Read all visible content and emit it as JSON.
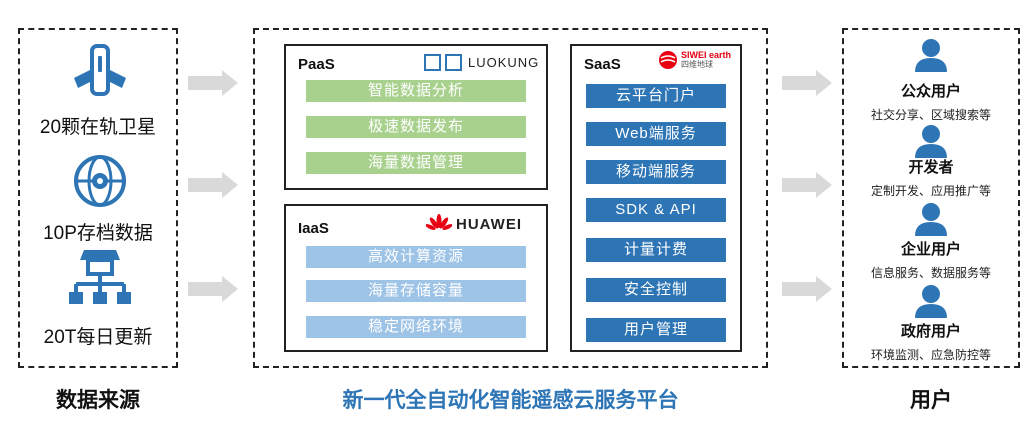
{
  "sources": {
    "satellite_label": "20颗在轨卫星",
    "storage_label": "10P存档数据",
    "update_label": "20T每日更新",
    "caption": "数据来源"
  },
  "platform": {
    "caption": "新一代全自动化智能遥感云服务平台",
    "paas": {
      "title": "PaaS",
      "brand": "LUOKUNG",
      "items": [
        "智能数据分析",
        "极速数据发布",
        "海量数据管理"
      ]
    },
    "iaas": {
      "title": "IaaS",
      "brand": "HUAWEI",
      "items": [
        "高效计算资源",
        "海量存储容量",
        "稳定网络环境"
      ]
    },
    "saas": {
      "title": "SaaS",
      "brand_main": "SIWEI earth",
      "brand_sub": "四维地球",
      "items": [
        "云平台门户",
        "Web端服务",
        "移动端服务",
        "SDK & API",
        "计量计费",
        "安全控制",
        "用户管理"
      ]
    }
  },
  "users": {
    "caption": "用户",
    "items": [
      {
        "name": "公众用户",
        "desc": "社交分享、区域搜索等"
      },
      {
        "name": "开发者",
        "desc": "定制开发、应用推广等"
      },
      {
        "name": "企业用户",
        "desc": "信息服务、数据服务等"
      },
      {
        "name": "政府用户",
        "desc": "环境监测、应急防控等"
      }
    ]
  },
  "colors": {
    "icon_blue": "#2e75b6",
    "caption_blue": "#2e75b6",
    "paas_bar": "#a9d18e",
    "iaas_bar": "#9dc3e6",
    "saas_bar": "#2e75b6",
    "arrow_gray": "#d9d9d9"
  },
  "icons": [
    "satellite-icon",
    "globe-gear-icon",
    "network-tree-icon",
    "user-icon"
  ]
}
